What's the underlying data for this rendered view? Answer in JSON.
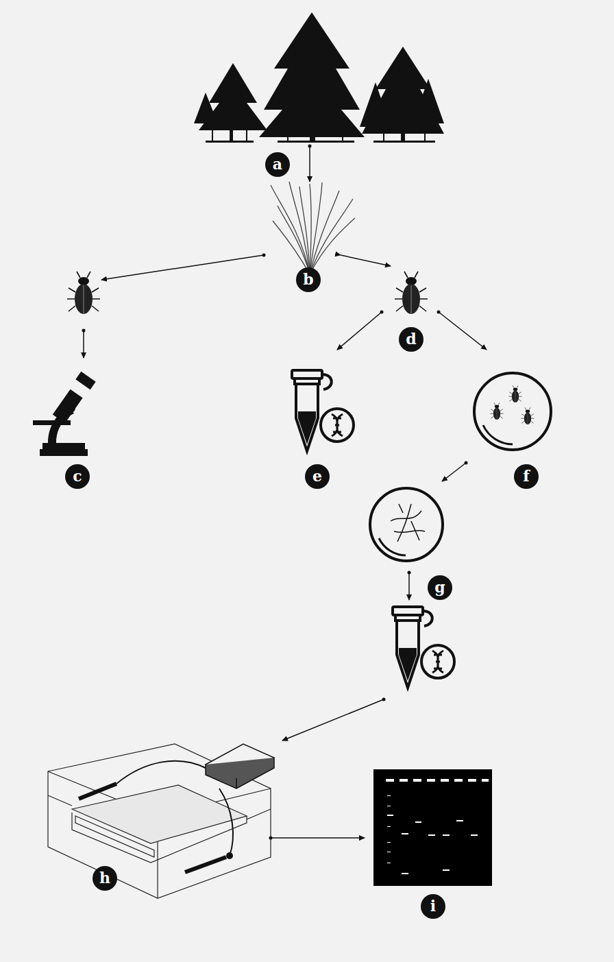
{
  "diagram": {
    "nodes": [
      {
        "text": [
          "a"
        ]
      },
      {
        "text": [
          "b"
        ]
      },
      {
        "text": [
          "c"
        ]
      },
      {
        "text": [
          "d"
        ]
      },
      {
        "text": [
          "e"
        ]
      },
      {
        "text": [
          "f"
        ]
      },
      {
        "text": [
          "g"
        ]
      },
      {
        "text": [
          "h"
        ]
      },
      {
        "text": [
          "i"
        ]
      }
    ]
  }
}
